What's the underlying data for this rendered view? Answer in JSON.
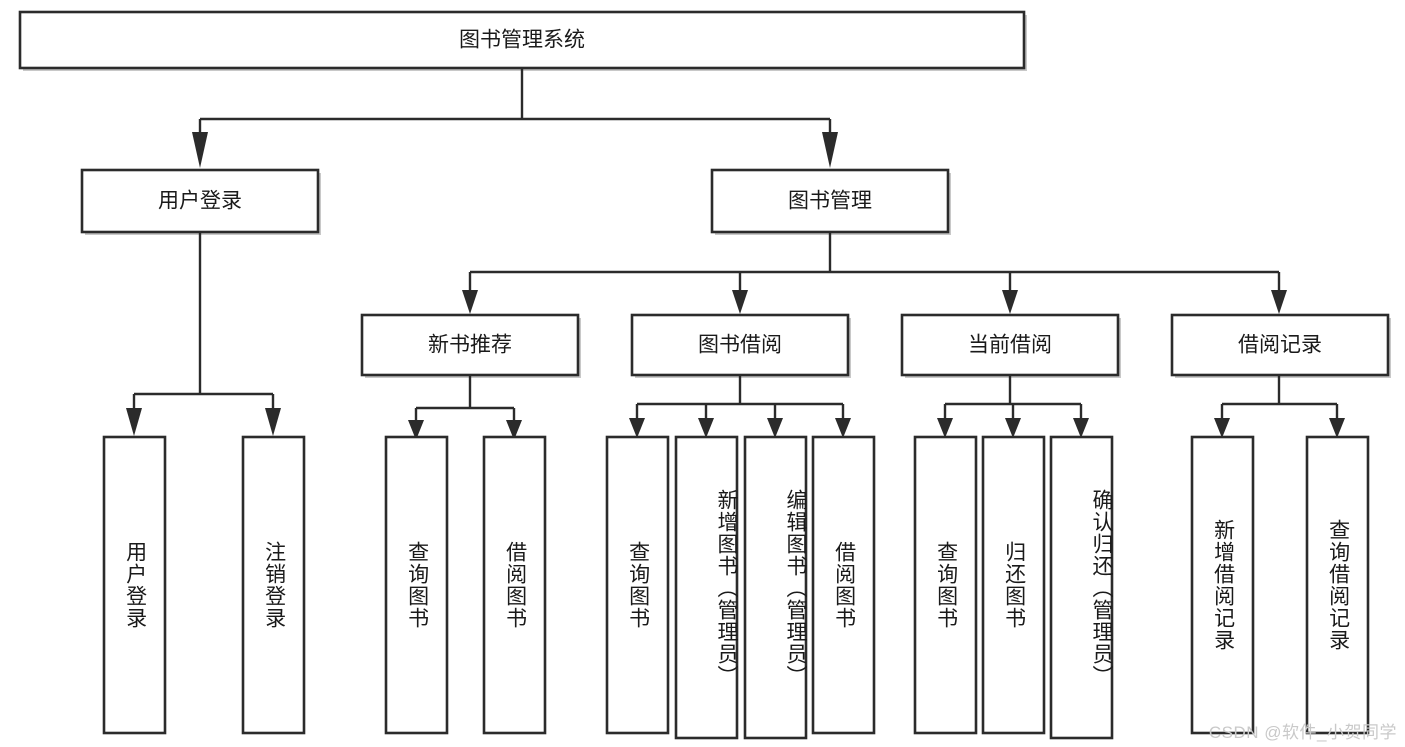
{
  "diagram": {
    "title": "图书管理系统",
    "type": "tree-hierarchy-diagram",
    "watermark": "CSDN @软件_小贺同学",
    "colors": {
      "box_stroke": "#2b2b2b",
      "box_fill": "#ffffff",
      "connector": "#2b2b2b",
      "text": "#1a1a1a",
      "watermark": "#c9c9c9",
      "background": "#ffffff"
    },
    "root": {
      "label": "图书管理系统"
    },
    "level2": [
      {
        "label": "用户登录"
      },
      {
        "label": "图书管理"
      }
    ],
    "level3": [
      {
        "label": "新书推荐"
      },
      {
        "label": "图书借阅"
      },
      {
        "label": "当前借阅"
      },
      {
        "label": "借阅记录"
      }
    ],
    "leaves": {
      "user_login": [
        {
          "label": "用户登录"
        },
        {
          "label": "注销登录"
        }
      ],
      "new_book_recommend": [
        {
          "label": "查询图书"
        },
        {
          "label": "借阅图书"
        }
      ],
      "book_borrow": [
        {
          "label": "查询图书"
        },
        {
          "label": "新增图书（管理员）"
        },
        {
          "label": "编辑图书（管理员）"
        },
        {
          "label": "借阅图书"
        }
      ],
      "current_borrow": [
        {
          "label": "查询图书"
        },
        {
          "label": "归还图书"
        },
        {
          "label": "确认归还（管理员）"
        }
      ],
      "borrow_records": [
        {
          "label": "新增借阅记录"
        },
        {
          "label": "查询借阅记录"
        }
      ]
    }
  }
}
